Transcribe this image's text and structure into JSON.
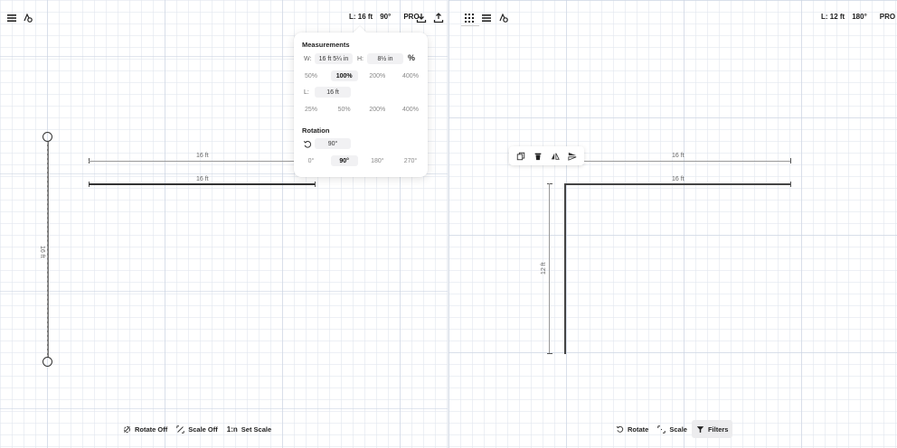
{
  "left_panel": {
    "toolbar": {
      "menu_icon": "hamburger-menu-icon",
      "shapes_icon": "shapes-icon"
    },
    "status": {
      "length": "L: 16 ft",
      "angle": "90°",
      "pro_label": "PRO",
      "download_icon": "download-icon",
      "upload_icon": "upload-icon"
    },
    "popover": {
      "measurements_heading": "Measurements",
      "width_label": "W:",
      "width_value": "16 ft 5¼ in",
      "height_label": "H:",
      "height_value": "8½ in",
      "percent_icon": "percent-icon",
      "size_options": [
        "50%",
        "100%",
        "200%",
        "400%"
      ],
      "size_active": "100%",
      "length_label": "L:",
      "length_value": "16 ft",
      "length_options": [
        "25%",
        "50%",
        "200%",
        "400%"
      ],
      "rotation_heading": "Rotation",
      "rotation_icon": "rotate-icon",
      "rotation_value": "90°",
      "rotation_options": [
        "0°",
        "90°",
        "180°",
        "270°"
      ],
      "rotation_active": "90°"
    },
    "drawing": {
      "top_dimension_label": "16 ft",
      "line_label": "16 ft",
      "vertical_label": "16 ft"
    },
    "bottom_bar": {
      "rotate_label": "Rotate Off",
      "scale_label": "Scale Off",
      "set_scale_prefix": "1:n",
      "set_scale_label": "Set Scale"
    }
  },
  "right_panel": {
    "toolbar": {
      "grid_icon": "grid-dots-icon",
      "menu_icon": "hamburger-menu-icon",
      "shapes_icon": "shapes-icon"
    },
    "status": {
      "length": "L: 12 ft",
      "angle": "180°",
      "pro_label": "PRO"
    },
    "floating_toolbar": [
      "duplicate-icon",
      "trash-icon",
      "flip-horizontal-icon",
      "flip-vertical-icon"
    ],
    "drawing": {
      "top_dimension_label": "16 ft",
      "line_label": "16 ft",
      "vertical_label": "12 ft"
    },
    "bottom_bar": {
      "rotate_label": "Rotate",
      "scale_label": "Scale",
      "filters_label": "Filters"
    }
  },
  "colors": {
    "grid_minor": "#e1e6ee",
    "grid_major": "#c8d2e1",
    "line_dark": "#333333",
    "dimension_line": "#999999",
    "active_option_bg": "#f1f1f3"
  }
}
